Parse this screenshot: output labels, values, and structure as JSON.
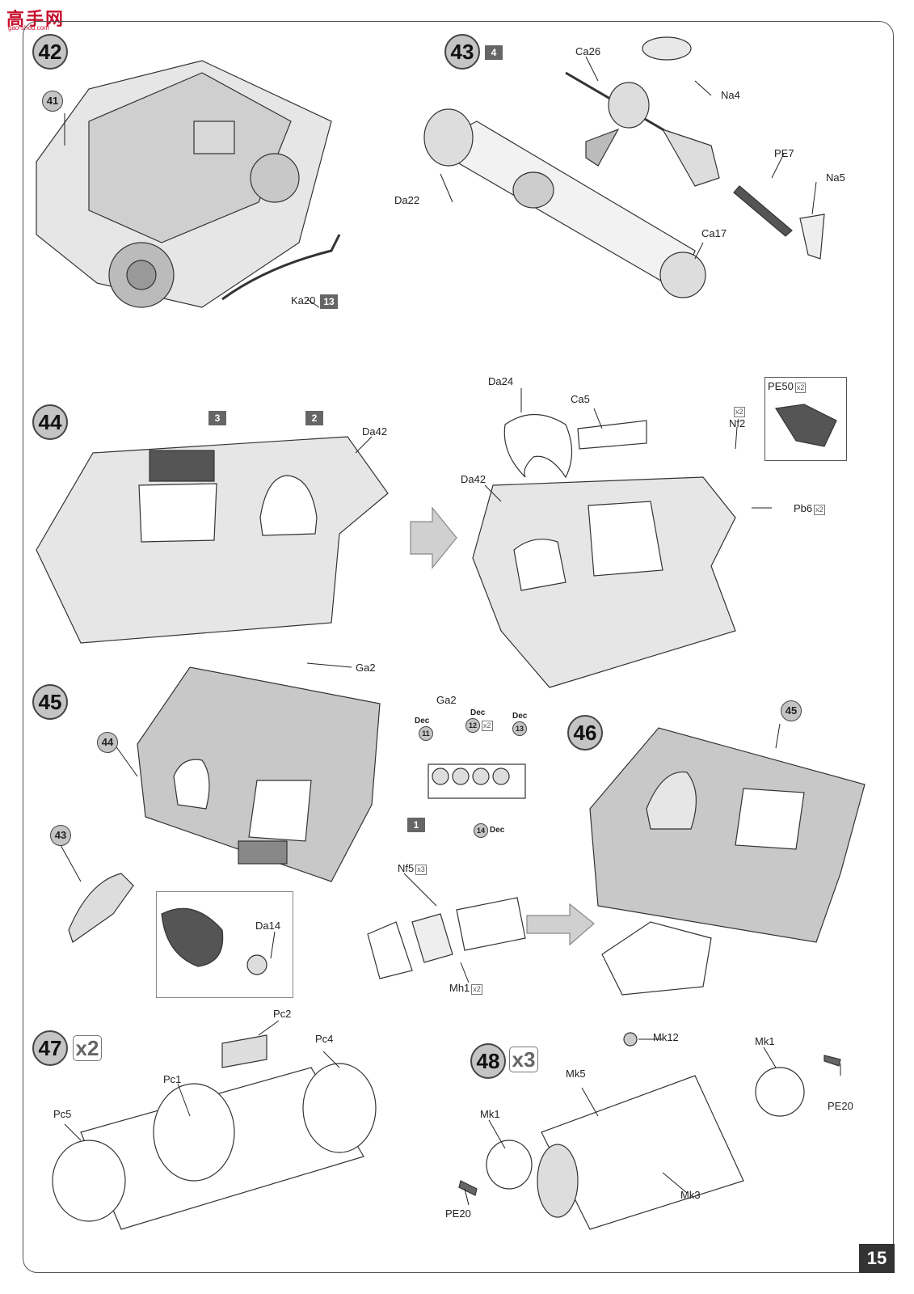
{
  "logo": {
    "text": "高手网",
    "subtext": "gao-shou.com"
  },
  "page_number": "15",
  "steps": {
    "s42": {
      "number": "42",
      "ref": "41",
      "part": "Ka20",
      "part_ref": "13"
    },
    "s43": {
      "number": "43",
      "ref_square": "4",
      "parts": [
        "Ca26",
        "Na4",
        "PE7",
        "Na5",
        "Da22",
        "Ca17"
      ]
    },
    "s44": {
      "number": "44",
      "refs": [
        "3",
        "2"
      ],
      "parts": [
        "Da42",
        "Da24",
        "Ca5",
        "Da42",
        "Nf2",
        "PE50",
        "Pb6"
      ],
      "mult_nf2": "x2",
      "mult_pe50": "x2",
      "mult_pb6": "x2"
    },
    "s45": {
      "number": "45",
      "refs": [
        "44",
        "43"
      ],
      "parts": [
        "Ga2",
        "Da14",
        "Ga2"
      ],
      "dec_label": "Dec",
      "decs": [
        "11",
        "12",
        "13",
        "14"
      ],
      "dec12_mult": "x2",
      "square_ref": "1",
      "nf5": "Nf5",
      "nf5_mult": "x3",
      "mh1": "Mh1",
      "mh1_mult": "x2"
    },
    "s46": {
      "number": "46",
      "ref": "45"
    },
    "s47": {
      "number": "47",
      "mult": "x2",
      "parts": [
        "Pc2",
        "Pc4",
        "Pc1",
        "Pc5"
      ]
    },
    "s48": {
      "number": "48",
      "mult": "x3",
      "parts": [
        "Mk12",
        "Mk1",
        "Mk5",
        "Mk1",
        "PE20",
        "PE20",
        "Mk3"
      ]
    }
  }
}
